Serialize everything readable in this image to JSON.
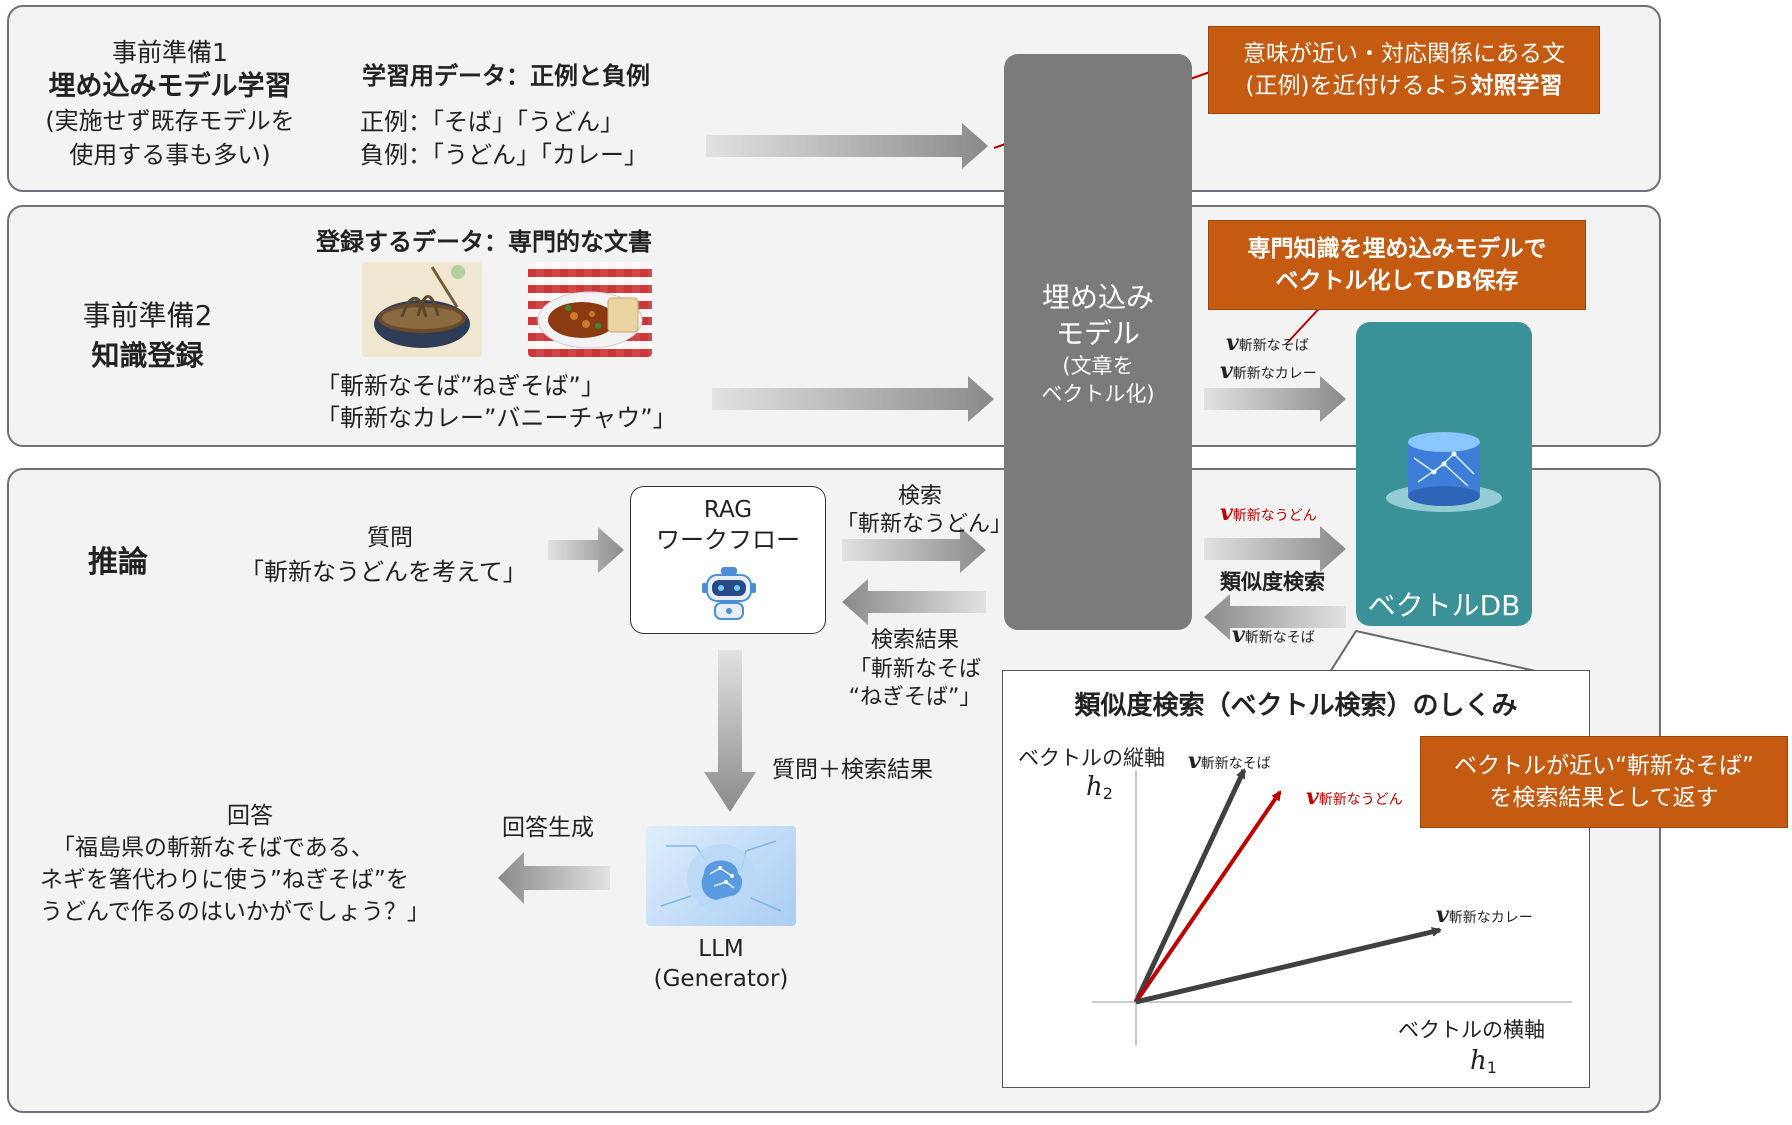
{
  "prep1": {
    "label1": "事前準備1",
    "label2": "埋め込みモデル学習",
    "label3": "(実施せず既存モデルを",
    "label4": "使用する事も多い)",
    "data_title": "学習用データ：正例と負例",
    "positive": "正例：「そば」「うどん」",
    "negative": "負例：「うどん」「カレー」",
    "callout1": "意味が近い・対応関係にある文",
    "callout2a": "(正例)を近付けるよう",
    "callout2b": "対照学習"
  },
  "prep2": {
    "label1": "事前準備2",
    "label2": "知識登録",
    "data_title": "登録するデータ：専門的な文書",
    "doc1": "「斬新なそば”ねぎそば”」",
    "doc2": "「斬新なカレー”バニーチャウ”」",
    "callout1": "専門知識を埋め込みモデルで",
    "callout2": "ベクトル化してDB保存",
    "vec_soba": "斬新なそば",
    "vec_curry": "斬新なカレー"
  },
  "embed": {
    "title1": "埋め込み",
    "title2": "モデル",
    "sub1": "(文章を",
    "sub2": "ベクトル化)"
  },
  "db": {
    "label": "ベクトルDB"
  },
  "inference": {
    "label": "推論",
    "question_label": "質問",
    "question": "「斬新なうどんを考えて」",
    "rag1": "RAG",
    "rag2": "ワークフロー",
    "search_label": "検索",
    "search_query": "「斬新なうどん」",
    "result_label": "検索結果",
    "result1": "「斬新なそば",
    "result2": "“ねぎそば”」",
    "vec_udon": "斬新なうどん",
    "similarity": "類似度検索",
    "vec_soba": "斬新なそば",
    "combined": "質問＋検索結果",
    "llm1": "LLM",
    "llm2": "(Generator)",
    "gen_label": "回答生成",
    "answer_label": "回答",
    "answer1": "「福島県の斬新なそばである、",
    "answer2": "ネギを箸代わりに使う”ねぎそば”を",
    "answer3": "うどんで作るのはいかがでしょう？」"
  },
  "inset": {
    "title": "類似度検索（ベクトル検索）のしくみ",
    "y_axis": "ベクトルの縦軸",
    "x_axis": "ベクトルの横軸",
    "h2": "h",
    "h2_sub": "2",
    "h1": "h",
    "h1_sub": "1",
    "v_soba": "斬新なそば",
    "v_udon": "斬新なうどん",
    "v_curry": "斬新なカレー",
    "callout1": "ベクトルが近い“斬新なそば”",
    "callout2": "を検索結果として返す"
  },
  "vec_symbol": "v",
  "colors": {
    "callout": "#c55a11",
    "db": "#3a9197",
    "model": "#7b7b7b",
    "red": "#c00000"
  }
}
